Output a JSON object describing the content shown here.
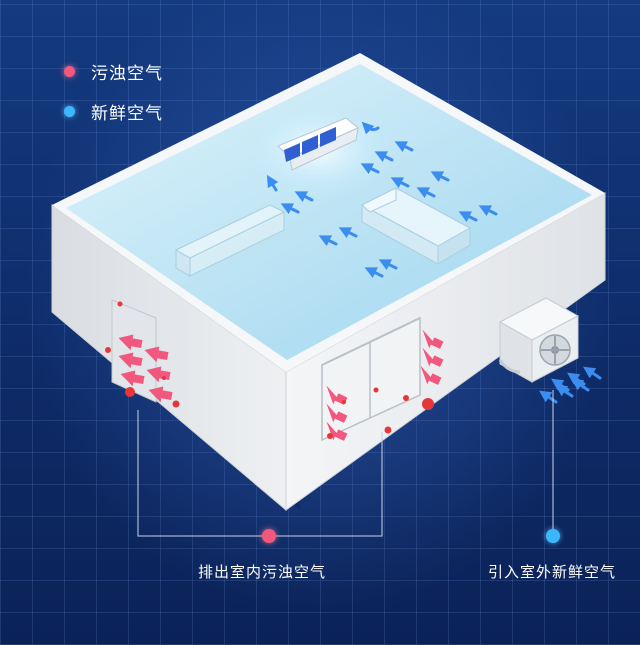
{
  "legend": [
    {
      "label": "污浊空气",
      "color": "#f2577d",
      "icon": "pink-dot-icon"
    },
    {
      "label": "新鲜空气",
      "color": "#3bb7ff",
      "icon": "blue-dot-icon"
    }
  ],
  "callouts": {
    "exhaust": {
      "label": "排出室内污浊空气",
      "color": "#f2577d"
    },
    "intake": {
      "label": "引入室外新鲜空气",
      "color": "#3bb7ff"
    }
  },
  "colors": {
    "background": "#0f2a63",
    "wall": "#e9ebee",
    "room_glass": "#bfe6f7",
    "dirty_air": "#f2577d",
    "fresh_air": "#3b8df0"
  },
  "icons": [
    "indoor-ac-unit-icon",
    "outdoor-ac-unit-icon",
    "sofa-icon",
    "tv-cabinet-icon",
    "door-icon",
    "window-icon",
    "arrow-icon"
  ]
}
